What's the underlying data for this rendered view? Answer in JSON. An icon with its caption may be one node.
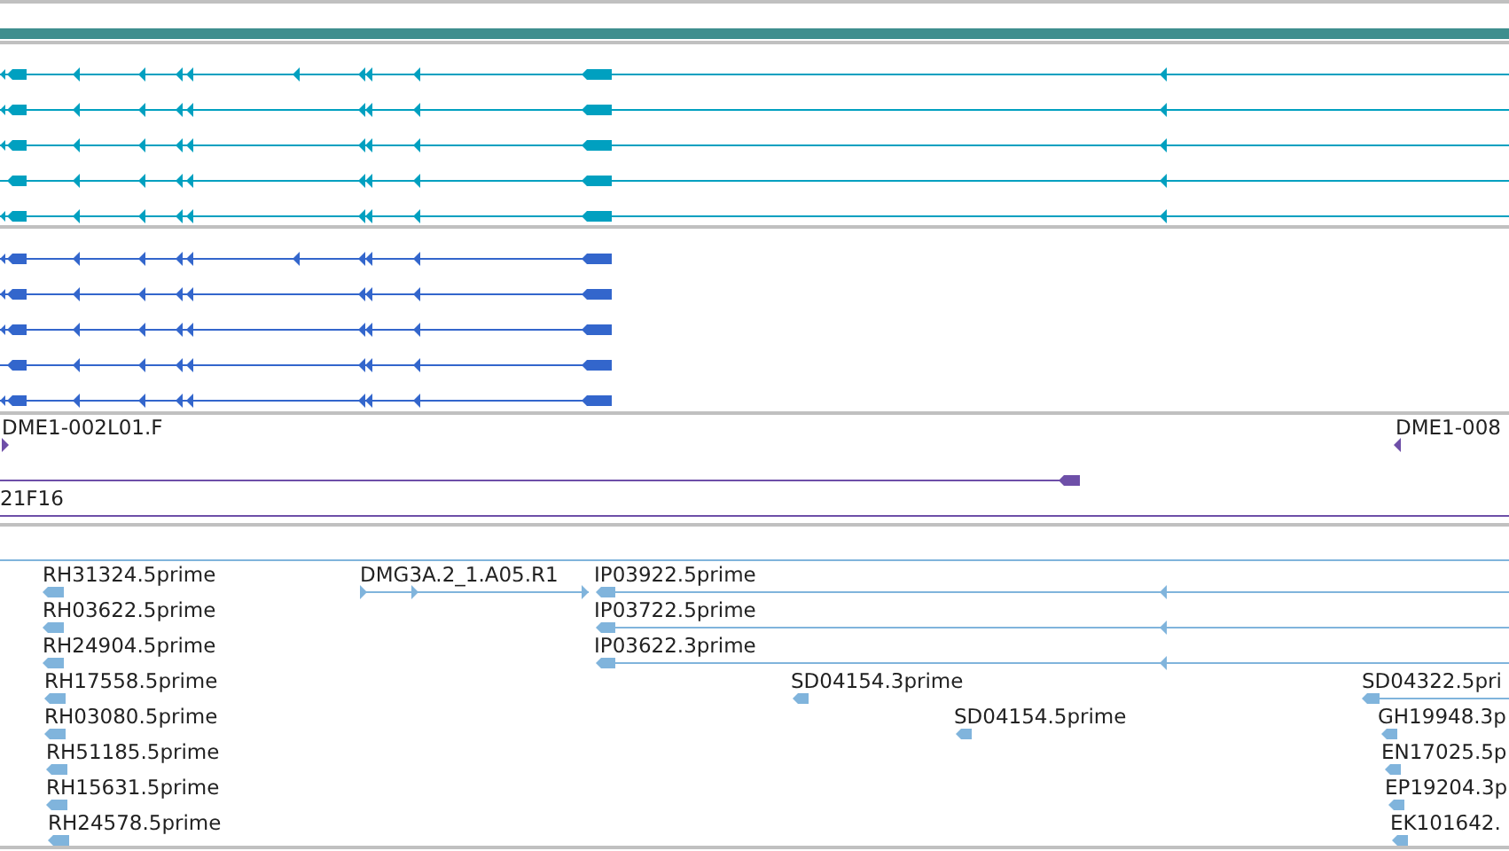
{
  "diagram": {
    "labels": [
      "DME1-002L01.F",
      "DME1-008",
      "21F16",
      "RH31324.5prime",
      "DMG3A.2_1.A05.R1",
      "IP03922.5prime",
      "RH03622.5prime",
      "IP03722.5prime",
      "RH24904.5prime",
      "IP03622.3prime",
      "RH17558.5prime",
      "SD04154.3prime",
      "SD04322.5pri",
      "RH03080.5prime",
      "SD04154.5prime",
      "GH19948.3p",
      "RH51185.5prime",
      "EN17025.5p",
      "RH15631.5prime",
      "EP19204.3p",
      "RH24578.5prime",
      "EK101642."
    ]
  }
}
